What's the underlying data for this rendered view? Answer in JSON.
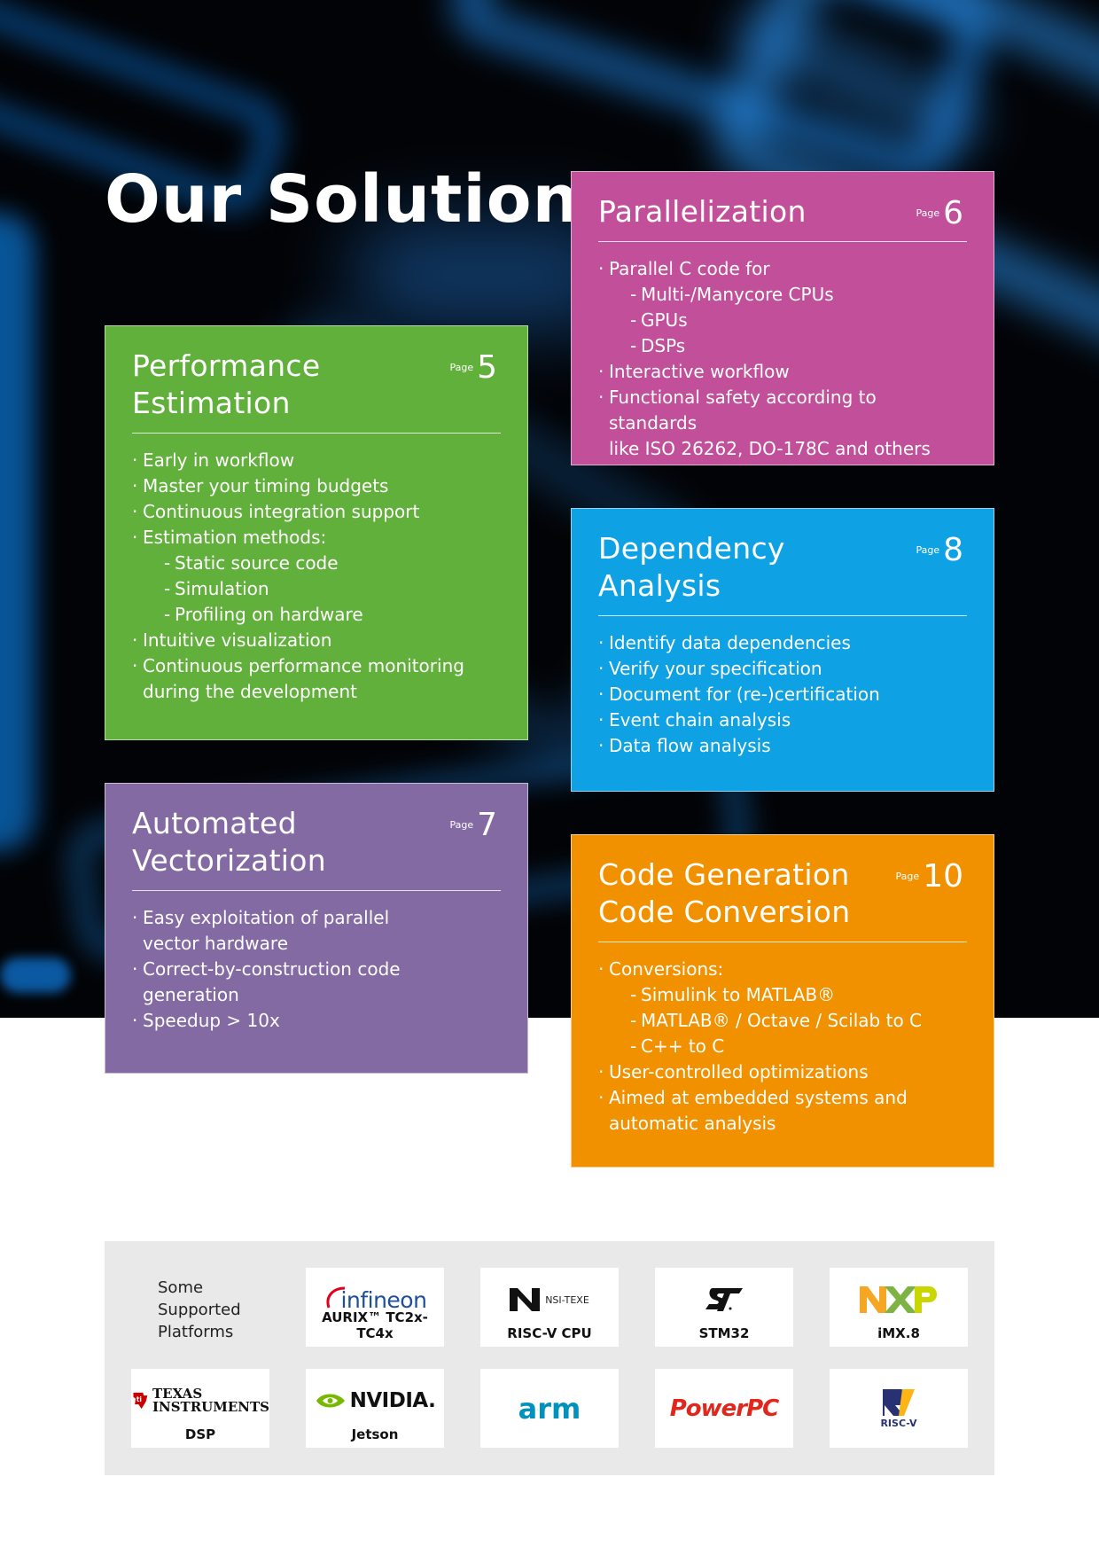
{
  "page": {
    "title": "Our Solutions"
  },
  "cards": {
    "performance": {
      "title_line1": "Performance",
      "title_line2": "Estimation",
      "page_label": "Page",
      "page_number": "5",
      "items": [
        "Early in workflow",
        "Master your timing budgets",
        "Continuous integration support",
        "Estimation methods:",
        "Static source code",
        "Simulation",
        "Profiling on hardware",
        "Intuitive visualization",
        "Continuous performance monitoring",
        "during the development"
      ]
    },
    "parallelization": {
      "title_line1": "Parallelization",
      "page_label": "Page",
      "page_number": "6",
      "items": [
        "Parallel C code for",
        "Multi-/Manycore CPUs",
        "GPUs",
        "DSPs",
        "Interactive workflow",
        "Functional safety according to standards",
        "like ISO 26262, DO-178C and others"
      ]
    },
    "dependency": {
      "title_line1": "Dependency",
      "title_line2": "Analysis",
      "page_label": "Page",
      "page_number": "8",
      "items": [
        "Identify data dependencies",
        "Verify your specification",
        "Document for (re-)certification",
        "Event chain analysis",
        "Data flow analysis"
      ]
    },
    "vectorization": {
      "title_line1": "Automated",
      "title_line2": "Vectorization",
      "page_label": "Page",
      "page_number": "7",
      "items": [
        "Easy exploitation of parallel",
        "vector hardware",
        "Correct-by-construction code",
        "generation",
        "Speedup > 10x"
      ]
    },
    "codegen": {
      "title_line1": "Code Generation",
      "title_line2": "Code Conversion",
      "page_label": "Page",
      "page_number": "10",
      "items": [
        "Conversions:",
        "Simulink to MATLAB®",
        "MATLAB® / Octave / Scilab to C",
        "C++ to C",
        "User-controlled optimizations",
        "Aimed at embedded systems and",
        "automatic analysis"
      ]
    }
  },
  "platforms": {
    "label": "Some\nSupported\nPlatforms",
    "tiles": [
      {
        "logo_text": "infineon",
        "caption": "AURIX™ TC2x-TC4x",
        "icon": "infineon-logo-icon"
      },
      {
        "logo_text": "NSI-TEXE",
        "caption": "RISC-V CPU",
        "icon": "nsi-texe-logo-icon"
      },
      {
        "logo_text": "",
        "caption": "STM32",
        "icon": "st-logo-icon"
      },
      {
        "logo_text": "",
        "caption": "iMX.8",
        "icon": "nxp-logo-icon"
      },
      {
        "logo_text_line1": "TEXAS",
        "logo_text_line2": "INSTRUMENTS",
        "caption": "DSP",
        "icon": "texas-instruments-logo-icon"
      },
      {
        "logo_text": "NVIDIA.",
        "caption": "Jetson",
        "icon": "nvidia-logo-icon"
      },
      {
        "logo_text": "arm",
        "icon": "arm-logo-icon"
      },
      {
        "logo_text": "PowerPC",
        "icon": "powerpc-logo-icon"
      },
      {
        "logo_text": "RISC-V",
        "icon": "risc-v-logo-icon"
      }
    ]
  },
  "colors": {
    "performance": "#62b03c",
    "parallelization": "#c14f99",
    "dependency": "#0ea1e3",
    "vectorization": "#836aa3",
    "codegen": "#f29100",
    "background": "#020306",
    "platform_panel": "#e9e9e9"
  }
}
